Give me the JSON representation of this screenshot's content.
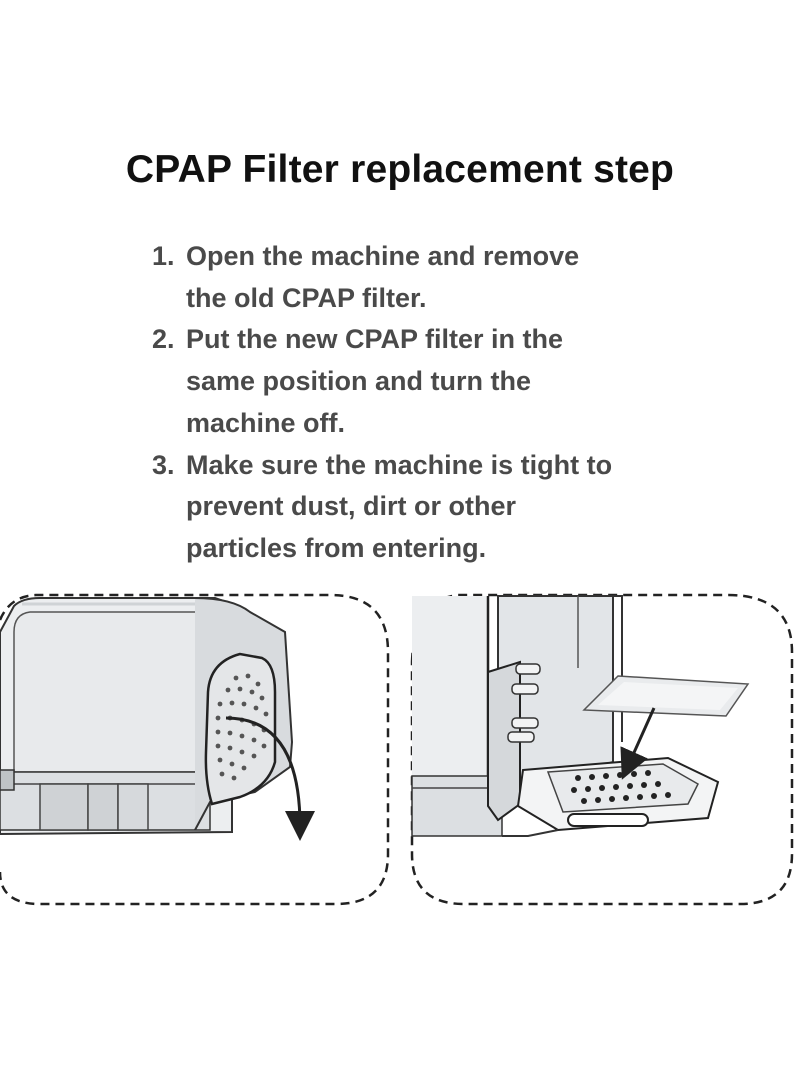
{
  "title": "CPAP Filter replacement step",
  "steps": [
    {
      "number": "1.",
      "lines": [
        "Open the machine and remove",
        "the old CPAP filter."
      ]
    },
    {
      "number": "2.",
      "lines": [
        "Put the new CPAP filter in the",
        "same position and turn the",
        "machine off."
      ]
    },
    {
      "number": "3.",
      "lines": [
        "Make sure the machine is tight to",
        "prevent dust, dirt or other",
        "particles from entering."
      ]
    }
  ],
  "colors": {
    "title": "#111111",
    "text": "#4a4a4a",
    "outline": "#222222",
    "device": "#e6e8ea"
  }
}
